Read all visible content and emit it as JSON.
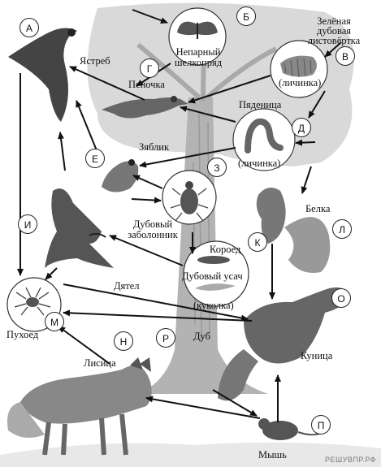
{
  "organisms": {
    "yastreb": "Ястреб",
    "neparny": "Непарный шелкопряд",
    "listovertka": "Зелёная дубовая листовёртка",
    "listovertka_stage": "(личинка)",
    "penochka": "Пеночка",
    "pyadenitsa": "Пяденица",
    "pyadenitsa_stage": "(личинка)",
    "zyablik": "Зяблик",
    "zabolonnik": "Дубовый заболонник",
    "koroed": "Короед",
    "usach": "Дубовый усач",
    "usach_stage": "(куколка)",
    "belka": "Белка",
    "dyatel": "Дятел",
    "pukhoed": "Пухоед",
    "kunitsa": "Куница",
    "lisitsa": "Лисица",
    "dub": "Дуб",
    "mysh": "Мышь"
  },
  "letters": {
    "A": "А",
    "B": "Б",
    "V": "В",
    "G": "Г",
    "D": "Д",
    "E": "Е",
    "Z": "З",
    "I": "И",
    "K": "К",
    "L": "Л",
    "M": "М",
    "N": "Н",
    "O": "О",
    "P": "П",
    "R": "Р"
  },
  "watermark": "РЕШУВПР.РФ"
}
